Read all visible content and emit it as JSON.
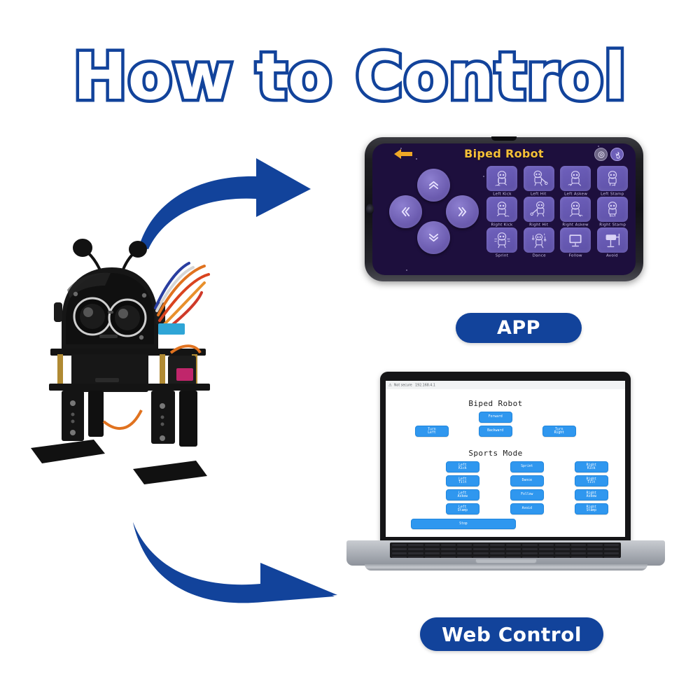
{
  "page": {
    "title": "How to Control",
    "background_color": "#ffffff",
    "brand_blue": "#12439b"
  },
  "arrows": [
    {
      "name": "arrow-to-app",
      "direction": "curved-up-right",
      "color": "#12439b"
    },
    {
      "name": "arrow-to-web",
      "direction": "curved-down-right",
      "color": "#12439b"
    }
  ],
  "robot": {
    "alt": "Biped robot with ultrasonic sensor eyes and antennae",
    "body_color": "#141414",
    "wire_colors": [
      "#e06a1b",
      "#cf3a2a",
      "#2a3ea0",
      "#d9d9d9"
    ]
  },
  "phone": {
    "name": "smartphone-app-preview",
    "screen_bg": "#1d0f3d",
    "app": {
      "title": "Biped Robot",
      "title_color": "#f5c038",
      "back_icon": "back-arrow-icon",
      "settings_icon": "gear-icon",
      "link_icon": "link-icon",
      "dpad": [
        {
          "name": "dpad-up",
          "glyph": "«",
          "rotate": 90,
          "label": "Up"
        },
        {
          "name": "dpad-left",
          "glyph": "«",
          "rotate": 0,
          "label": "Left"
        },
        {
          "name": "dpad-right",
          "glyph": "»",
          "rotate": 0,
          "label": "Right"
        },
        {
          "name": "dpad-down",
          "glyph": "»",
          "rotate": 90,
          "label": "Down"
        }
      ],
      "actions": [
        {
          "label": "Left Kick",
          "icon": "robot-left-kick-icon"
        },
        {
          "label": "Left Hit",
          "icon": "robot-left-hit-icon"
        },
        {
          "label": "Left Askew",
          "icon": "robot-left-askew-icon"
        },
        {
          "label": "Left Stamp",
          "icon": "robot-left-stamp-icon"
        },
        {
          "label": "Right Kick",
          "icon": "robot-right-kick-icon"
        },
        {
          "label": "Right Hit",
          "icon": "robot-right-hit-icon"
        },
        {
          "label": "Right Askew",
          "icon": "robot-right-askew-icon"
        },
        {
          "label": "Right Stamp",
          "icon": "robot-right-stamp-icon"
        },
        {
          "label": "Sprint",
          "icon": "robot-sprint-icon"
        },
        {
          "label": "Dance",
          "icon": "robot-dance-icon"
        },
        {
          "label": "Follow",
          "icon": "robot-follow-icon"
        },
        {
          "label": "Avoid",
          "icon": "robot-avoid-icon"
        }
      ]
    }
  },
  "labels": {
    "app_button": "APP",
    "web_button": "Web Control"
  },
  "laptop": {
    "name": "laptop-web-control-preview",
    "browser": {
      "security_text": "Not secure",
      "url": "192.168.4.1"
    },
    "web_page": {
      "heading_main": "Biped Robot",
      "heading_sports": "Sports Mode",
      "nav_forward": "Forward",
      "nav_turn_left": "Turn\nLeft",
      "nav_backward": "Backward",
      "nav_turn_right": "Turn\nRight",
      "sports_buttons": [
        "Left\nKick",
        "Sprint",
        "Right\nKick",
        "Left\nTilt",
        "Dance",
        "Right\nTilt",
        "Left\nAskew",
        "Follow",
        "Right\nAskew",
        "Left\nStamp",
        "Avoid",
        "Right\nStamp"
      ],
      "stop_button": "Stop",
      "button_color": "#2f97ef"
    }
  }
}
